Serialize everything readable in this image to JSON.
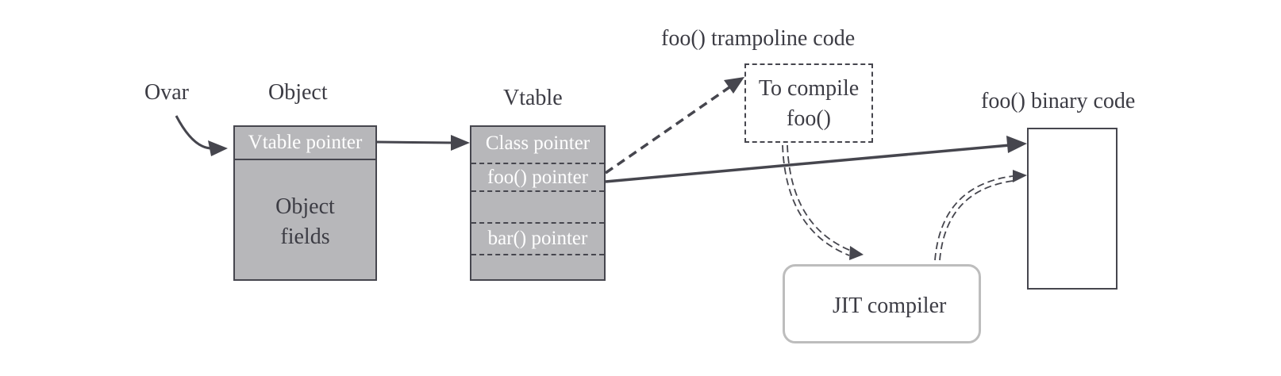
{
  "labels": {
    "ovar": "Ovar",
    "object": "Object",
    "vtable": "Vtable",
    "trampoline_title": "foo() trampoline code",
    "binary_title": "foo() binary code"
  },
  "object_box": {
    "vtable_pointer": "Vtable pointer",
    "fields_line1": "Object",
    "fields_line2": "fields"
  },
  "vtable_box": {
    "class_pointer": "Class pointer",
    "foo_pointer": "foo() pointer",
    "bar_pointer": "bar() pointer"
  },
  "trampoline_box": {
    "line1": "To compile",
    "line2": "foo()"
  },
  "jit_box": {
    "label": "JIT compiler"
  },
  "colors": {
    "fill": "#b7b7ba",
    "stroke": "#46464e",
    "jit_border": "#bdbdbd",
    "text": "#3c3c44"
  }
}
